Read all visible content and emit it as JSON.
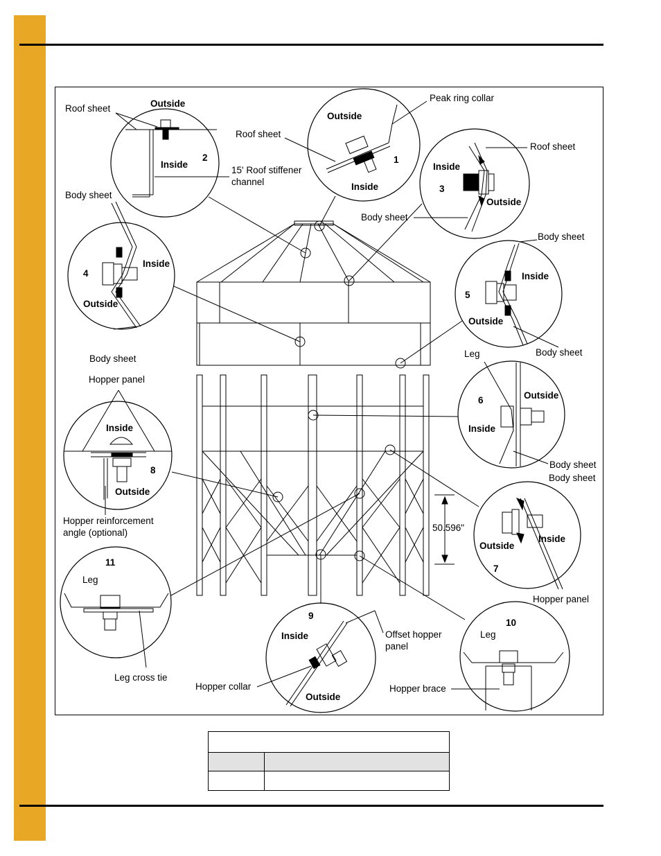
{
  "colors": {
    "tab": "#e8a825",
    "rule": "#000000",
    "table_header_fill": "#e2e2e2"
  },
  "labels": {
    "roof_sheet_2": "Roof sheet",
    "outside_2": "Outside",
    "inside_2": "Inside",
    "num_2": "2",
    "roof_stiffener": "15' Roof stiffener",
    "channel": "channel",
    "outside_1": "Outside",
    "inside_1": "Inside",
    "num_1": "1",
    "roof_sheet_1": "Roof sheet",
    "peak_ring_collar": "Peak ring collar",
    "roof_sheet_3": "Roof sheet",
    "inside_3": "Inside",
    "num_3": "3",
    "outside_3": "Outside",
    "body_sheet_3": "Body sheet",
    "body_sheet_4a": "Body sheet",
    "num_4": "4",
    "inside_4": "Inside",
    "outside_4": "Outside",
    "body_sheet_4b": "Body sheet",
    "body_sheet_5a": "Body sheet",
    "inside_5": "Inside",
    "num_5": "5",
    "outside_5": "Outside",
    "body_sheet_5b": "Body sheet",
    "leg_6": "Leg",
    "num_6": "6",
    "outside_6": "Outside",
    "inside_6": "Inside",
    "body_sheet_6": "Body sheet",
    "hopper_panel_8": "Hopper panel",
    "inside_8": "Inside",
    "num_8": "8",
    "outside_8": "Outside",
    "hopper_reinf_1": "Hopper reinforcement",
    "hopper_reinf_2": "angle (optional)",
    "body_sheet_7": "Body sheet",
    "dimension": "50.596\"",
    "outside_7": "Outside",
    "inside_7": "Inside",
    "num_7": "7",
    "hopper_panel_7": "Hopper panel",
    "num_11": "11",
    "leg_11": "Leg",
    "leg_cross_tie": "Leg cross tie",
    "num_9": "9",
    "inside_9": "Inside",
    "offset_hopper_1": "Offset hopper",
    "offset_hopper_2": "panel",
    "hopper_collar": "Hopper collar",
    "outside_9": "Outside",
    "num_10": "10",
    "leg_10": "Leg",
    "hopper_brace": "Hopper brace"
  },
  "table": {
    "title": "",
    "col1": "",
    "col2": "",
    "cell1": "",
    "cell2": ""
  }
}
